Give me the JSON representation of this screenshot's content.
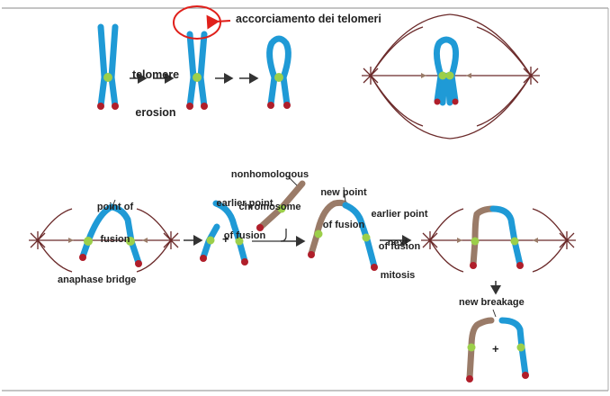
{
  "annotation": {
    "text": "accorciamento dei telomeri",
    "color": "#e0201b"
  },
  "labels": {
    "telomere_erosion_1": "telomere",
    "telomere_erosion_2": "erosion",
    "point_of_fusion_1": "point of",
    "point_of_fusion_2": "fusion",
    "anaphase_bridge": "anaphase bridge",
    "earlier_point_a1": "earlier point",
    "earlier_point_a2": "of fusion",
    "nonhomologous_1": "nonhomologous",
    "nonhomologous_2": "chromosome",
    "new_point_1": "new point",
    "new_point_2": "of fusion",
    "earlier_point_b1": "earlier point",
    "earlier_point_b2": "of fusion",
    "next_mitosis_1": "next",
    "next_mitosis_2": "mitosis",
    "new_breakage": "new breakage",
    "plus": "+"
  },
  "colors": {
    "chromatid": "#1f9ad6",
    "telomere": "#b01e2a",
    "centromere": "#9ccf4a",
    "nonhomologous": "#9a7b68",
    "spindle": "#6b2a2a",
    "arrow": "#333333",
    "frame": "#777777"
  }
}
